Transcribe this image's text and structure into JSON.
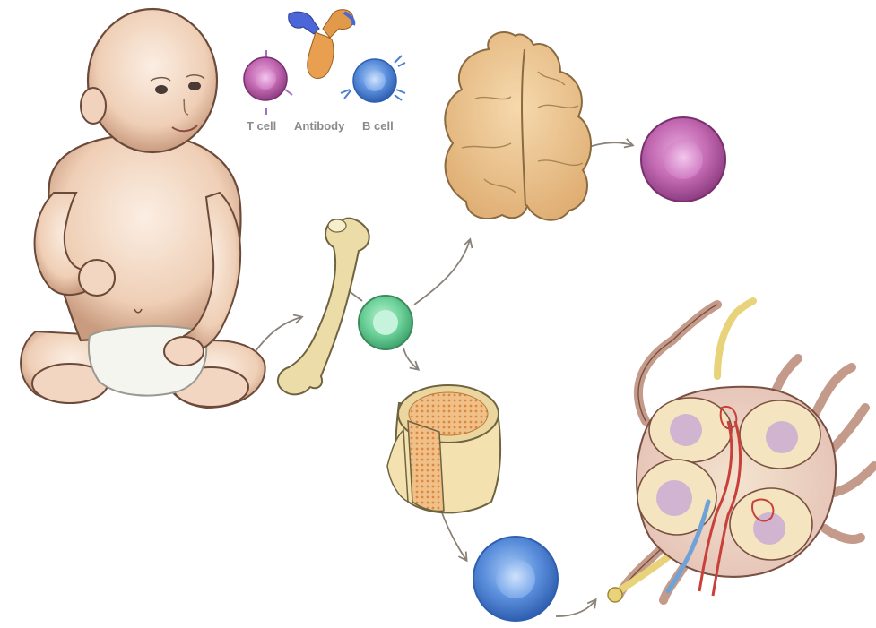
{
  "legend": {
    "t_cell": "T cell",
    "antibody": "Antibody",
    "b_cell": "B cell"
  },
  "colors": {
    "t_cell": "#b2559f",
    "b_cell": "#4a7fd1",
    "stem_cell": "#59c48c",
    "bone": "#ecdca7",
    "thymus": "#ecc58f",
    "lymph_node": "#e8cfc6",
    "arrow": "#8a8178"
  },
  "icons": [
    "baby-illustration",
    "bone-icon",
    "stem-cell-icon",
    "thymus-icon",
    "bone-marrow-section-icon",
    "lymph-node-icon",
    "t-cell-icon",
    "b-cell-icon",
    "antibody-icon"
  ]
}
